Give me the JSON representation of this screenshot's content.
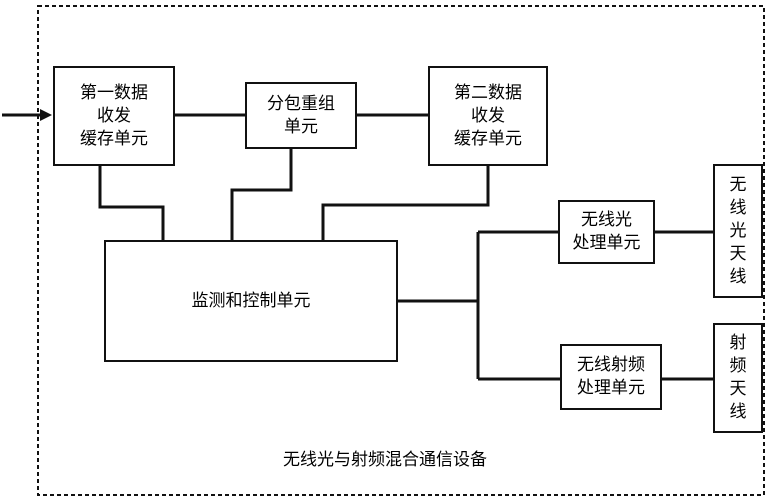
{
  "device": {
    "caption": "无线光与射频混合通信设备"
  },
  "blocks": {
    "buffer1": [
      "第一数据",
      "收发",
      "缓存单元"
    ],
    "repack": [
      "分包重组",
      "单元"
    ],
    "buffer2": [
      "第二数据",
      "收发",
      "缓存单元"
    ],
    "monitor": [
      "监测和控制单元"
    ],
    "optical_unit": [
      "无线光",
      "处理单元"
    ],
    "rf_unit": [
      "无线射频",
      "处理单元"
    ],
    "optical_antenna": [
      "无",
      "线",
      "光",
      "天",
      "线"
    ],
    "rf_antenna": [
      "射",
      "频",
      "天",
      "线"
    ]
  },
  "colors": {
    "line": "#111111",
    "background": "#ffffff"
  }
}
